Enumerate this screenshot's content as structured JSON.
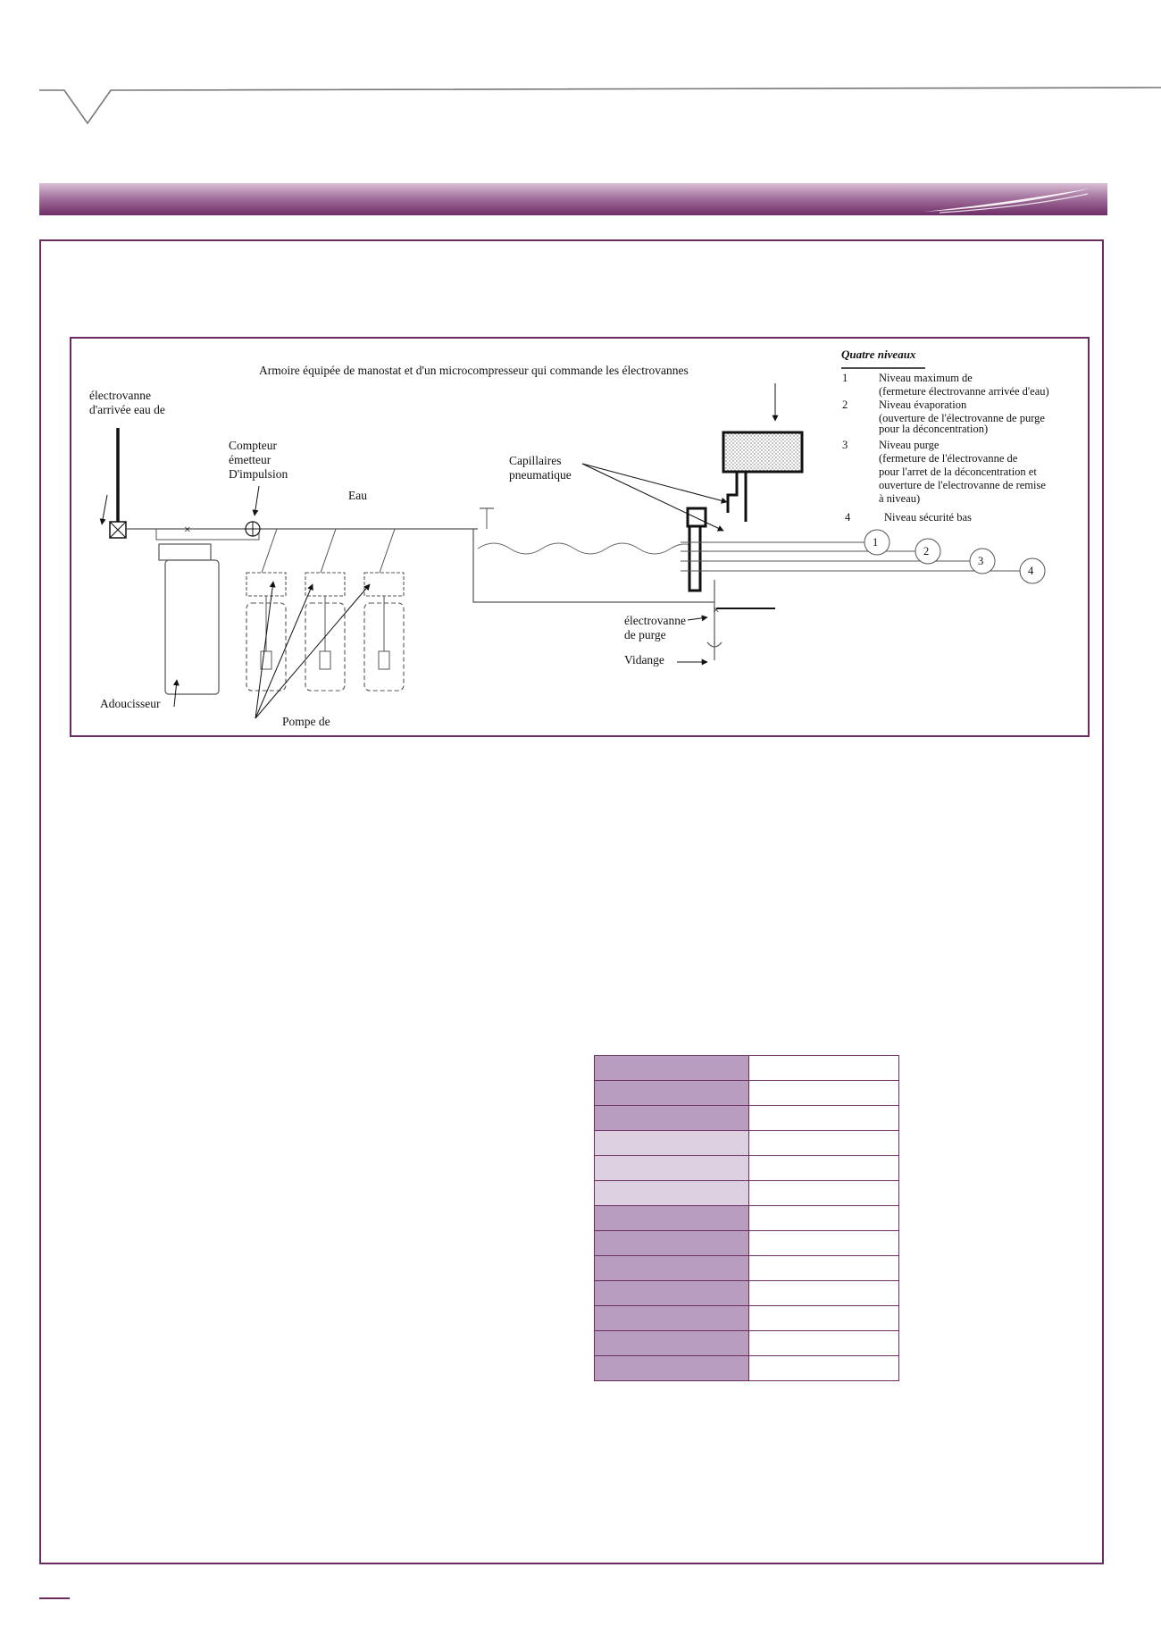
{
  "diagram": {
    "caption": "Armoire équipée  de manostat et d'un microcompresseur qui commande les électrovannes",
    "labels": {
      "electrovanne_arrivee_line1": "électrovanne",
      "electrovanne_arrivee_line2": "d'arrivée eau de",
      "compteur_line1": "Compteur",
      "compteur_line2": "émetteur",
      "compteur_line3": "D'impulsion",
      "eau": "Eau",
      "capillaires_line1": "Capillaires",
      "capillaires_line2": "pneumatique",
      "adoucisseur": "Adoucisseur",
      "pompe": "Pompe  de",
      "electrovanne_purge_line1": "électrovanne",
      "electrovanne_purge_line2": "de purge",
      "vidange": "Vidange"
    },
    "legend": {
      "title": "Quatre niveaux",
      "items": [
        {
          "num": "1",
          "lines": [
            "Niveau maximum de",
            "(fermeture électrovanne arrivée d'eau)"
          ]
        },
        {
          "num": "2",
          "lines": [
            "Niveau évaporation",
            "(ouverture de l'électrovanne de purge",
            "pour la déconcentration)"
          ]
        },
        {
          "num": "3",
          "lines": [
            "Niveau purge",
            "(fermeture de l'électrovanne de",
            "pour l'arret de la déconcentration et",
            "ouverture de l'electrovanne de remise",
            "à niveau)"
          ]
        },
        {
          "num": "4",
          "lines": [
            "Niveau sécurité bas"
          ]
        }
      ]
    },
    "level_markers": [
      "1",
      "2",
      "3",
      "4"
    ]
  },
  "table": {
    "row_shades": [
      "dark",
      "dark",
      "dark",
      "light",
      "light",
      "light",
      "dark",
      "dark",
      "dark",
      "dark",
      "dark",
      "dark",
      "dark"
    ]
  },
  "colors": {
    "accent": "#6a2c61",
    "band_top": "#d9bed6",
    "band_bottom": "#6e2d66",
    "cell_dark": "#b99dbf",
    "cell_light": "#ddd0e1"
  }
}
